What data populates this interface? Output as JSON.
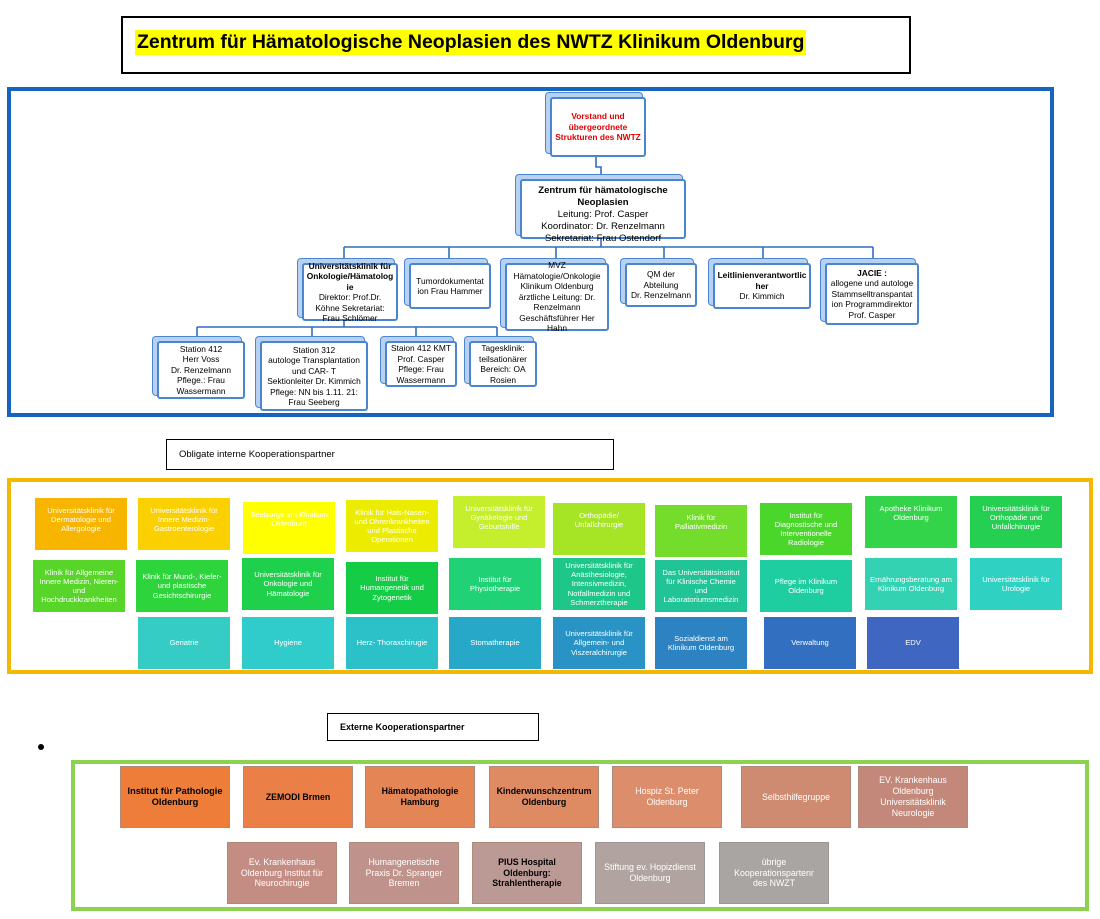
{
  "title": "Zentrum für Hämatologische Neoplasien des NWTZ Klinikum Oldenburg",
  "org": {
    "top": "Vorstand und\nübergeordnete\nStrukturen des NWTZ",
    "center": {
      "name": "Zentrum für hämatologische\nNeoplasien",
      "details": "Leitung: Prof. Casper\nKoordinator: Dr. Renzelmann\nSekretariat: Frau Ostendorf"
    },
    "level2": [
      {
        "name": "Universitätsklinik für\nOnkologie/Hämatolog\nie",
        "details": "Direktor: Prof.Dr.\nKöhne Sekretariat:\nFrau Schlömer"
      },
      {
        "name": "",
        "details": "Tumordokumentat\nion Frau Hammer"
      },
      {
        "name": "",
        "details": "MVZ\nHämatologie/Onkologie\nKlinikum Oldenburg\närztliche Leitung: Dr.\nRenzelmann\nGeschäftsführer Her\nHahn"
      },
      {
        "name": "",
        "details": "QM der\nAbteilung\nDr. Renzelmann"
      },
      {
        "name": "Leitlinienverantwortlic\nher",
        "details": "Dr. Kimmich"
      },
      {
        "name": "JACIE :",
        "details": "allogene und autologe\nStammselltranspantat\nion Programmdirektor\nProf. Casper"
      }
    ],
    "level3": [
      "Station 412\nHerr Voss\nDr. Renzelmann\nPflege.: Frau\nWassermann",
      "Station 312\nautologe Transplantation\nund CAR- T\nSektionleiter Dr. Kimmich\nPflege: NN bis 1.11. 21:\nFrau Seeberg",
      "Staion 412 KMT\nProf. Casper\nPflege: Frau\nWassermann",
      "Tagesklinik:\nteilsationärer\nBereich: OA\nRosien"
    ]
  },
  "internal": {
    "label": "Obligate interne Kooperationspartner",
    "row1": [
      {
        "text": "Universitätsklinik für\nDermatologie und\nAllergologie",
        "color": "#f7b500"
      },
      {
        "text": "Universitätsklinik für\nInnere Medizin-\nGastroenterologie",
        "color": "#fbd000"
      },
      {
        "text": "Seelsorge am Klinikum\nOldenburg",
        "color": "#ffff00"
      },
      {
        "text": "Klinik für Hals-Nasen-\nund Ohrenkrankheiten\nund Plastische\nOperationen",
        "color": "#ecec00"
      },
      {
        "text": "Universitätsklinik für\nGynäkologie und\nGeburtshilfe",
        "color": "#c5ee2c"
      },
      {
        "text": "Orthopädie/\nUnfallchirurgie",
        "color": "#a6e426"
      },
      {
        "text": "Klinik für\nPalliativmedizin",
        "color": "#74dc2b"
      },
      {
        "text": "Institut für\nDiagnostische und\nInterventionelle\nRadiologie",
        "color": "#4bd62c"
      },
      {
        "text": "Apotheke Klinikum\nOldenburg",
        "color": "#33d44a"
      },
      {
        "text": "Universitätsklinik für\nOrthopädie und\nUnfallchirurgie",
        "color": "#24cf52"
      }
    ],
    "row2": [
      {
        "text": "Klinik für Allgemeine\nInnere Medizin, Nieren-\nund\nHochdruckkrankheiten",
        "color": "#57d529"
      },
      {
        "text": "Klinik für Mund-, Kiefer-\nund plastische\nGesichtschirurgie",
        "color": "#2ed43b"
      },
      {
        "text": "Universitätsklinik für\nOnkologie und\nHämatologie",
        "color": "#1fd04c"
      },
      {
        "text": "Institut für\nHumangenetik und\nZytogenetik",
        "color": "#15cc46"
      },
      {
        "text": "Institut für\nPhysiotherapie",
        "color": "#21d176"
      },
      {
        "text": "Universitätsklinik für\nAnästhesiologie,\nIntensivmedizin,\nNotfallmedizin und\nSchmerztherapie",
        "color": "#1ec68a"
      },
      {
        "text": "Das Universitätsinstitut\nfür Klinische Chemie und\nLaboratoriumsmedizin",
        "color": "#20c496"
      },
      {
        "text": "Pflege im Klinikum\nOldenburg",
        "color": "#1ecda0"
      },
      {
        "text": "Ernährungsberatung am\nKlinikum Oldenburg",
        "color": "#32d2b2"
      },
      {
        "text": "Universitätsklinik für\nUrologie",
        "color": "#2fd1c2"
      }
    ],
    "row3": [
      {
        "text": "Geriatrie",
        "color": "#34ccc4"
      },
      {
        "text": "Hygiene",
        "color": "#30cccc"
      },
      {
        "text": "Herz- Thoraxchirugie",
        "color": "#2cc0c8"
      },
      {
        "text": "Stomatherapie",
        "color": "#28a8c8"
      },
      {
        "text": "Universitätsklinik für\nAllgemein- und\nViszeralchirurgie",
        "color": "#2893c4"
      },
      {
        "text": "Sozialdienst am\nKlinikum Oldenburg",
        "color": "#2d82c2"
      },
      {
        "text": "Verwaltung",
        "color": "#336fc0"
      },
      {
        "text": "EDV",
        "color": "#3f66c0"
      }
    ]
  },
  "external": {
    "label": "Externe Kooperationspartner",
    "row1": [
      {
        "text": "Institut für Pathologie\nOldenburg",
        "color": "#ee7d3a",
        "bold": true
      },
      {
        "text": "ZEMODI Brmen",
        "color": "#ea8048",
        "bold": true
      },
      {
        "text": "Hämatopathologie\nHamburg",
        "color": "#e48556",
        "bold": true
      },
      {
        "text": "Kinderwunschzentrum\nOldenburg",
        "color": "#de8a62",
        "bold": true
      },
      {
        "text": "Hospiz St. Peter\nOldenburg",
        "color": "#dc8d6c",
        "bold": false
      },
      {
        "text": "Selbsthilfegruppe",
        "color": "#cf8a72",
        "bold": false
      },
      {
        "text": "EV. Krankenhaus\nOldenburg\nUniversitätsklinik\nNeurologie",
        "color": "#c4887a",
        "bold": false
      }
    ],
    "row2": [
      {
        "text": "Ev. Krankenhaus\nOldenburg Institut für\nNeurochirugie",
        "color": "#c38d84",
        "bold": false
      },
      {
        "text": "Humangenetische\nPraxis Dr. Spranger\nBremen",
        "color": "#bf928b",
        "bold": false
      },
      {
        "text": "PIUS Hospital\nOldenburg:\nStrahlentherapie",
        "color": "#bb9a96",
        "bold": true
      },
      {
        "text": "Stiftung ev. Hopizdienst\nOldenburg",
        "color": "#b0a3a0",
        "bold": false
      },
      {
        "text": "übrige Kooperationspartenr\ndes NWZT",
        "color": "#a8a5a3",
        "bold": false
      }
    ]
  }
}
